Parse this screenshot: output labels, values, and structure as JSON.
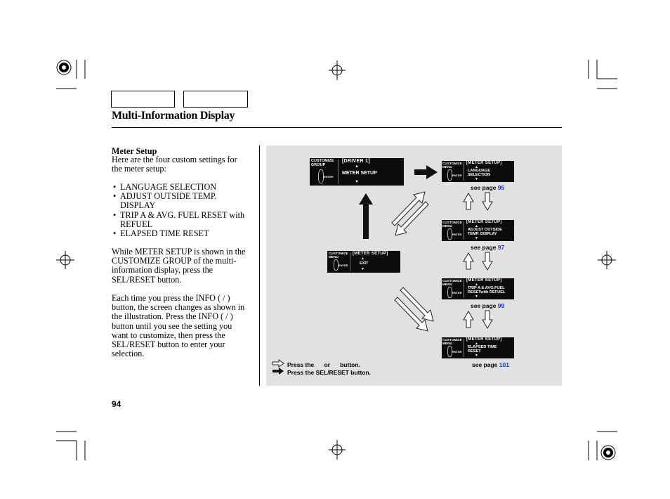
{
  "header": {
    "section_title": "Multi-Information Display"
  },
  "left_column": {
    "heading": "Meter Setup",
    "intro": "Here are the four custom settings for the meter setup:",
    "bullets": [
      "LANGUAGE SELECTION",
      "ADJUST OUTSIDE TEMP. DISPLAY",
      "TRIP A & AVG. FUEL RESET with REFUEL",
      "ELAPSED TIME RESET"
    ],
    "paragraph_1": "While METER SETUP is shown in the CUSTOMIZE GROUP of the multi-information display, press the SEL/RESET button.",
    "paragraph_2": "Each time you press the INFO (   /    ) button, the screen changes as shown in the illustration. Press the INFO (   /   ) button until you see the setting you want to customize, then press the SEL/RESET button to enter your selection."
  },
  "diagram": {
    "main_screen": {
      "tag": "CUSTOMIZE GROUP",
      "enter": "ENTER",
      "head": "[DRIVER 1]",
      "value": "METER SETUP",
      "up": "▲",
      "down": "▼"
    },
    "exit_screen": {
      "tag": "CUSTOMIZE MENU",
      "enter": "ENTER",
      "head": "[METER SETUP]",
      "value": "EXIT",
      "up": "▲",
      "down": "▼"
    },
    "menu_screens": [
      {
        "tag": "CUSTOMIZE MENU",
        "enter": "ENTER",
        "head": "[METER SETUP]",
        "line1": "LANGUAGE",
        "line2": "SELECTION",
        "up": "▲",
        "down": "▼",
        "see_label": "see page",
        "page": "95"
      },
      {
        "tag": "CUSTOMIZE MENU",
        "enter": "ENTER",
        "head": "[METER SETUP]",
        "line1": "ADJUST OUTSIDE",
        "line2": "TEMP. DISPLAY",
        "up": "▲",
        "down": "▼",
        "see_label": "see page",
        "page": "97"
      },
      {
        "tag": "CUSTOMIZE MENU",
        "enter": "ENTER",
        "head": "[METER SETUP]",
        "line1": "TRIP A & AVG.FUEL",
        "line2": "RESETwith REFUEL",
        "up": "▲",
        "down": "▼",
        "see_label": "see page",
        "page": "99"
      },
      {
        "tag": "CUSTOMIZE MENU",
        "enter": "ENTER",
        "head": "[METER SETUP]",
        "line1": "ELAPSED TIME",
        "line2": "RESET",
        "up": "▲",
        "down": "▼",
        "see_label": "see page",
        "page": "101"
      }
    ],
    "legend": {
      "outline_arrow_text": "Press the      or      button.",
      "solid_arrow_text": "Press the SEL/RESET button."
    }
  },
  "footer": {
    "page_number": "94"
  },
  "colors": {
    "diagram_bg": "#e1e1e1",
    "screen_bg": "#0b0b0b",
    "page_link": "#1a33c8"
  }
}
